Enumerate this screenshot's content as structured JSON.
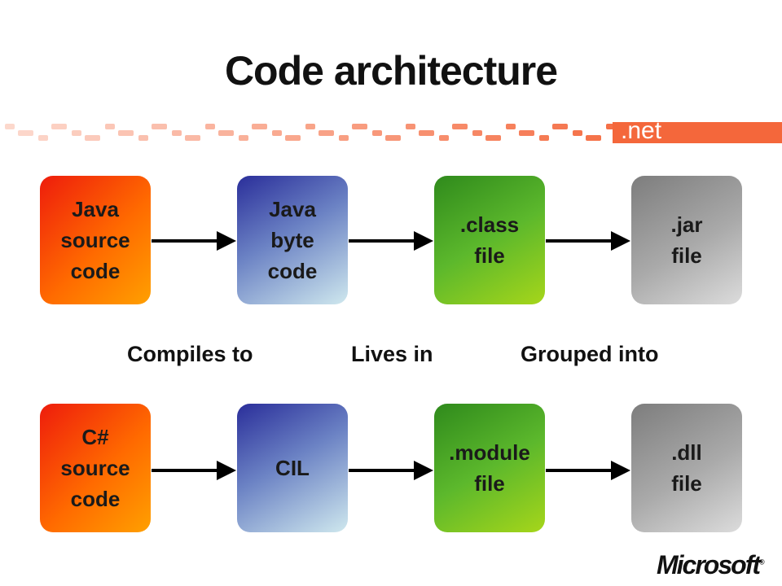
{
  "title": "Code architecture",
  "brand": {
    "net_label": ".net",
    "logo_text": "Microsoft",
    "band_color": "#f4673b"
  },
  "rows": [
    {
      "boxes": [
        {
          "label": "Java\nsource\ncode",
          "color": "orange"
        },
        {
          "label": "Java\nbyte\ncode",
          "color": "blue"
        },
        {
          "label": ".class\nfile",
          "color": "green"
        },
        {
          "label": ".jar\nfile",
          "color": "gray"
        }
      ]
    },
    {
      "boxes": [
        {
          "label": "C#\nsource\ncode",
          "color": "orange"
        },
        {
          "label": "CIL",
          "color": "blue"
        },
        {
          "label": ".module\nfile",
          "color": "green"
        },
        {
          "label": ".dll\nfile",
          "color": "gray"
        }
      ]
    }
  ],
  "relations": [
    "Compiles to",
    "Lives in",
    "Grouped into"
  ]
}
